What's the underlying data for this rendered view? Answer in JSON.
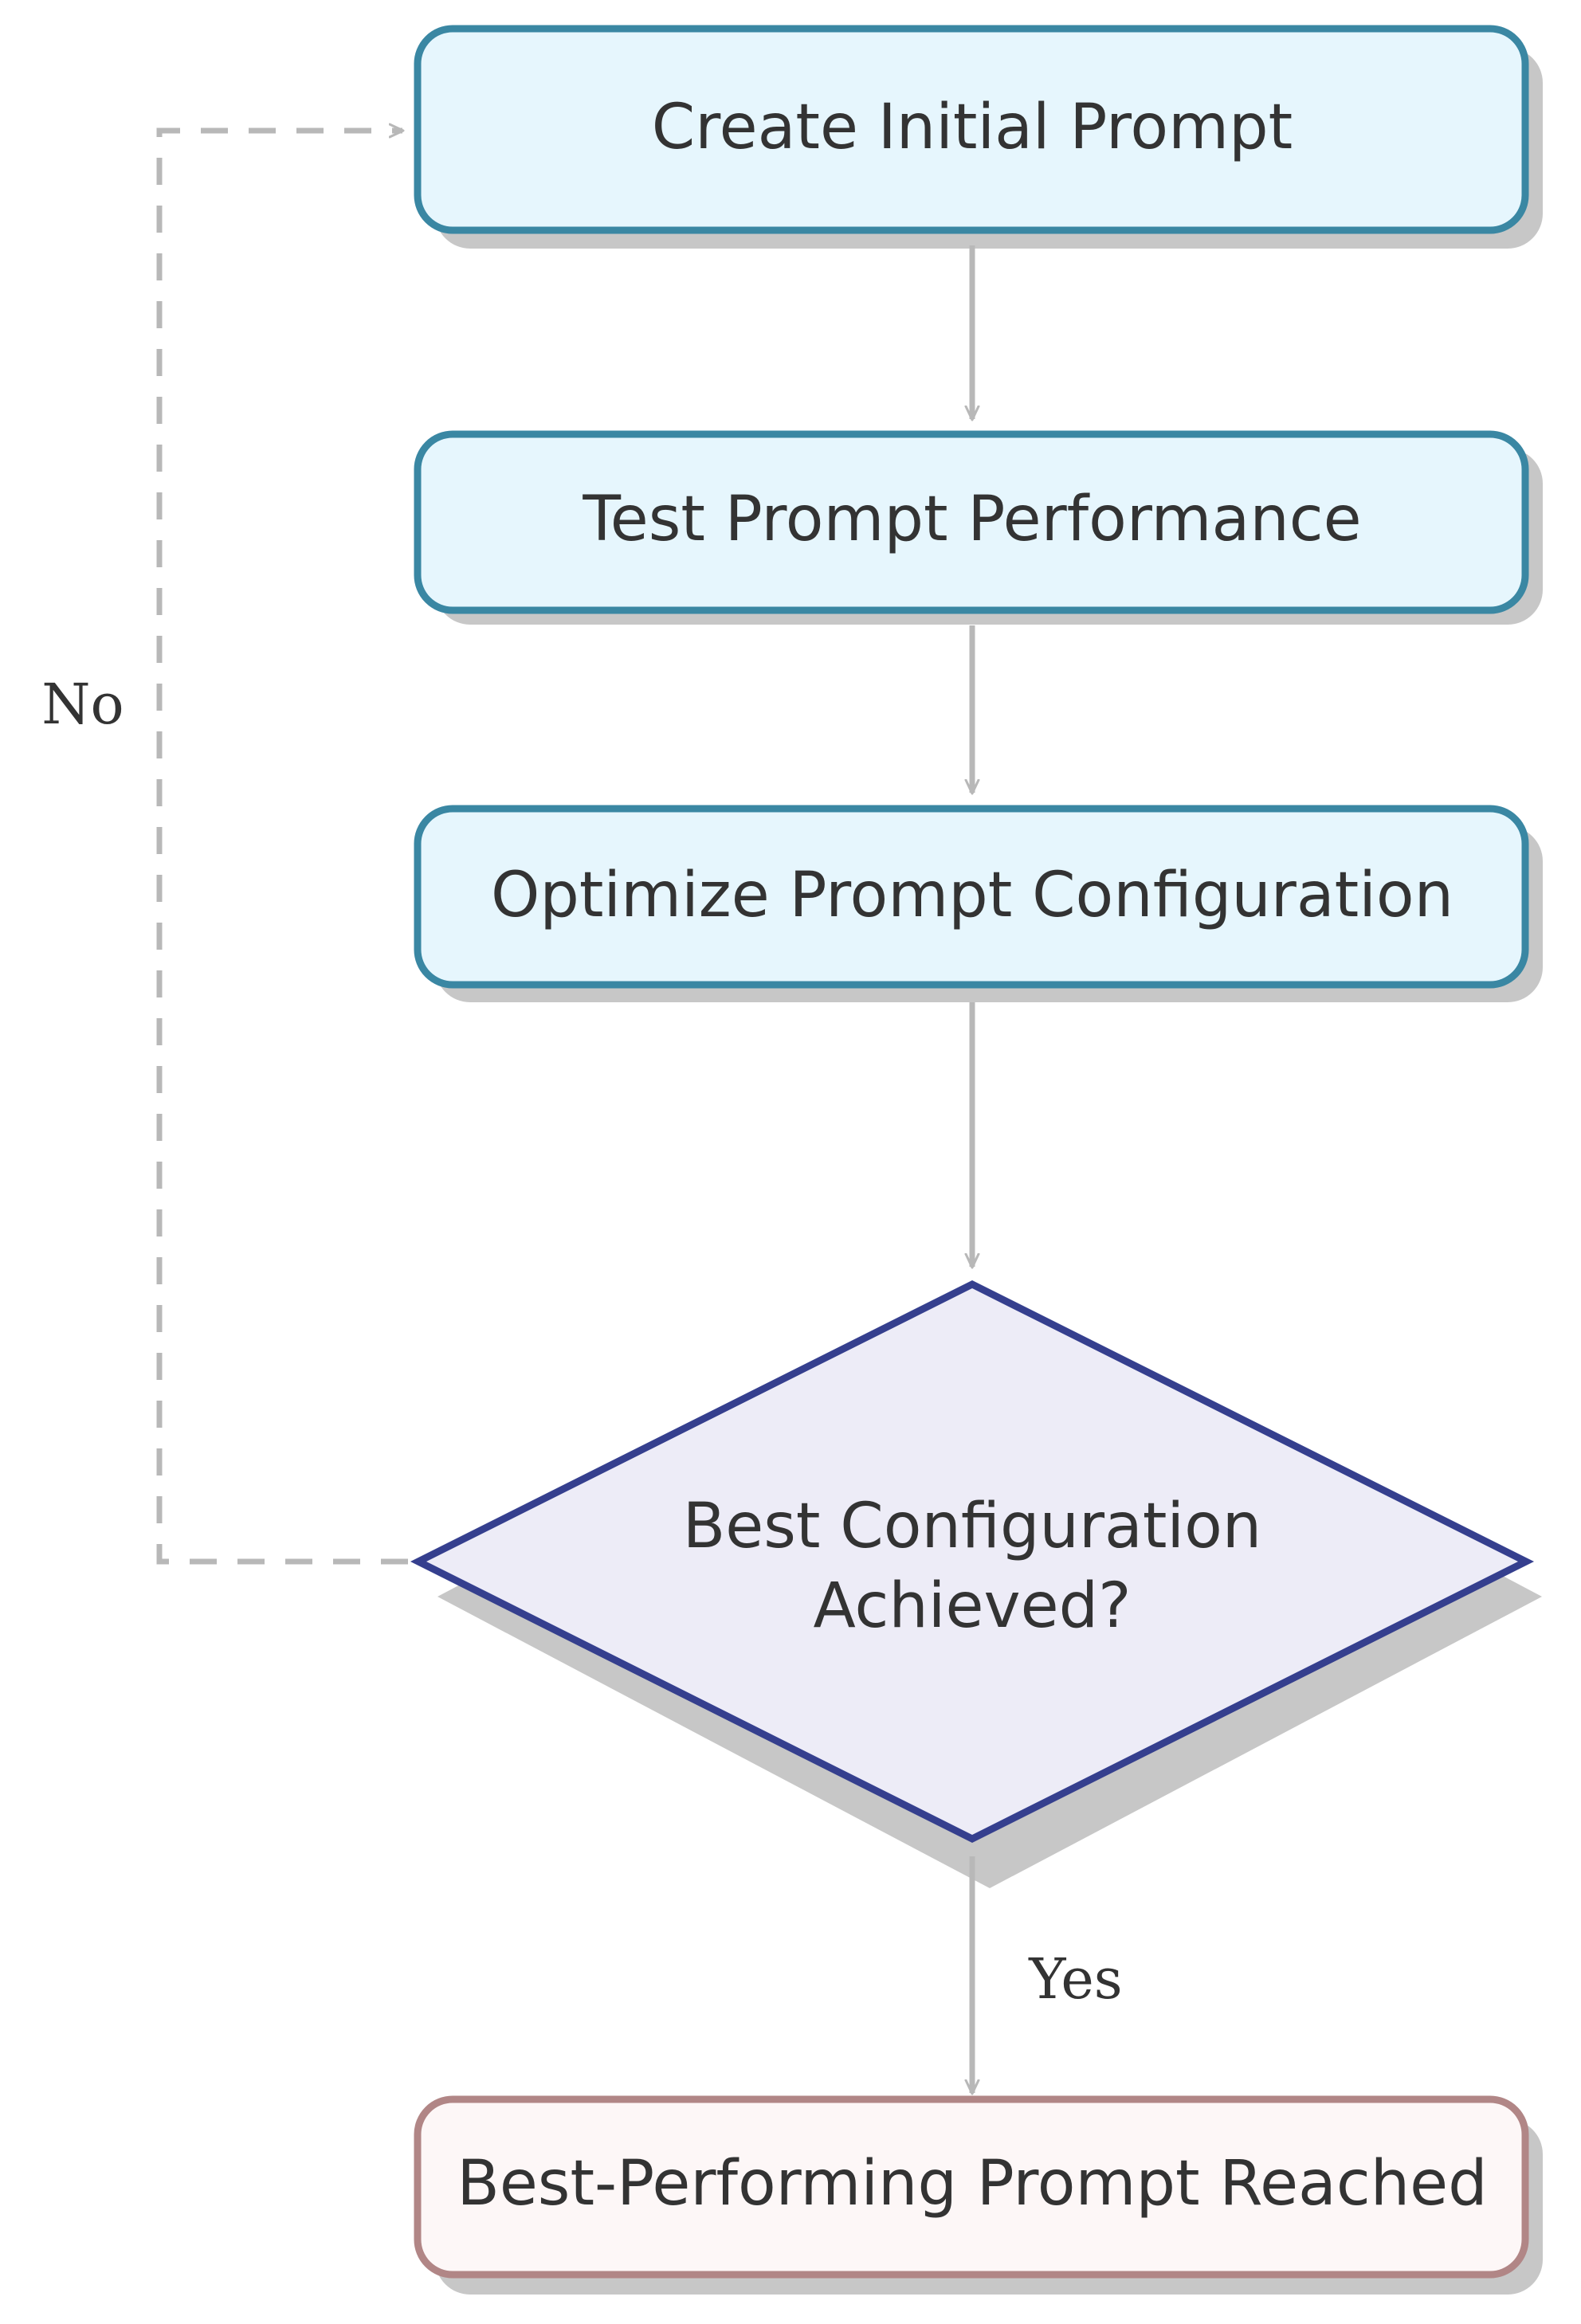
{
  "diagram": {
    "type": "flowchart",
    "colors": {
      "process_fill": "#e6f6fd",
      "process_stroke": "#3a87a3",
      "decision_fill": "#edecf7",
      "decision_stroke": "#353f8e",
      "end_fill": "#fdf7f7",
      "end_stroke": "#b18686",
      "shadow": "#c7c7c7",
      "arrow": "#b8b8b8",
      "text": "#333333"
    },
    "nodes": {
      "create": {
        "label": "Create Initial Prompt",
        "shape": "rounded-rect"
      },
      "test": {
        "label": "Test Prompt Performance",
        "shape": "rounded-rect"
      },
      "optimize": {
        "label": "Optimize Prompt Configuration",
        "shape": "rounded-rect"
      },
      "decision": {
        "line1": "Best Configuration",
        "line2": "Achieved?",
        "shape": "diamond"
      },
      "end": {
        "label": "Best-Performing Prompt Reached",
        "shape": "rounded-rect"
      }
    },
    "edges": {
      "no_label": "No",
      "yes_label": "Yes"
    }
  }
}
